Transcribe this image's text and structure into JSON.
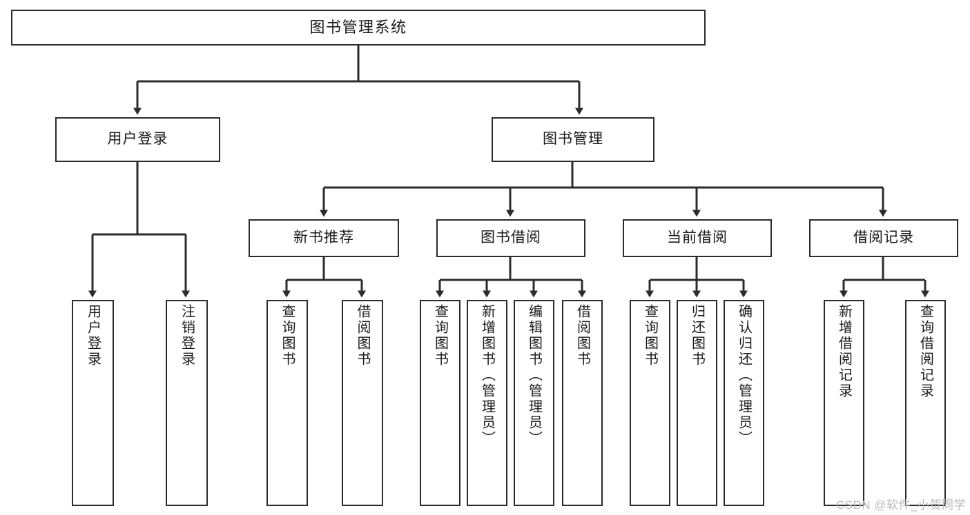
{
  "diagram": {
    "title": "图书管理系统",
    "type": "tree-hierarchy",
    "watermark": "CSDN @软件_小贺同学",
    "colors": {
      "background": "#ffffff",
      "box_border": "#2b2b2b",
      "box_fill": "#ffffff",
      "edge": "#2b2b2b",
      "text": "#1a1a1a",
      "watermark": "#b9b9b9"
    },
    "nodes": {
      "root": {
        "label": "图书管理系统"
      },
      "level1": [
        {
          "label": "用户登录"
        },
        {
          "label": "图书管理"
        }
      ],
      "level2": [
        {
          "label": "新书推荐"
        },
        {
          "label": "图书借阅"
        },
        {
          "label": "当前借阅"
        },
        {
          "label": "借阅记录"
        }
      ],
      "leaves": {
        "user_login": [
          {
            "label": "用户登录"
          },
          {
            "label": "注销登录"
          }
        ],
        "new_book_recommend": [
          {
            "label": "查询图书"
          },
          {
            "label": "借阅图书"
          }
        ],
        "book_borrow": [
          {
            "label": "查询图书"
          },
          {
            "label": "新增图书（管理员）"
          },
          {
            "label": "编辑图书（管理员）"
          },
          {
            "label": "借阅图书"
          }
        ],
        "current_borrow": [
          {
            "label": "查询图书"
          },
          {
            "label": "归还图书"
          },
          {
            "label": "确认归还（管理员）"
          }
        ],
        "borrow_records": [
          {
            "label": "新增借阅记录"
          },
          {
            "label": "查询借阅记录"
          }
        ]
      }
    }
  }
}
